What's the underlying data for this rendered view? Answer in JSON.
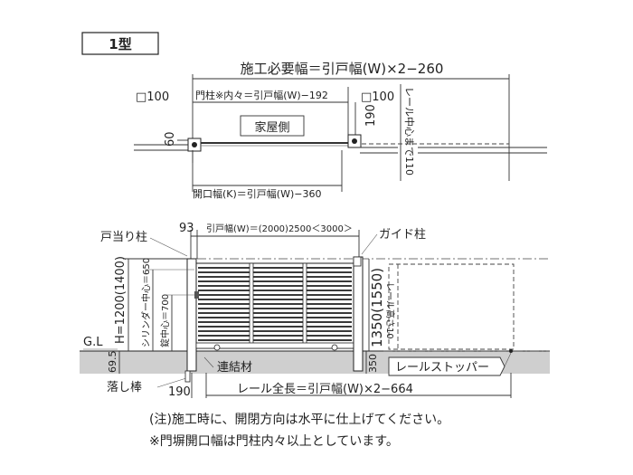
{
  "type_label": "1型",
  "top_view": {
    "required_width": "施工必要幅＝引戸幅(W)×2−260",
    "post_left": "□100",
    "post_inner": "門柱※内々＝引戸幅(W)−192",
    "post_right": "□100",
    "house_side": "家屋側",
    "dim_60": "60",
    "dim_190": "190",
    "rail_center": "レール中心まで110",
    "opening_width": "開口幅(K)＝引戸幅(W)−360"
  },
  "front_view": {
    "door_stop_post": "戸当り柱",
    "dim_93": "93",
    "gate_width": "引戸幅(W)＝(2000)2500＜3000＞",
    "guide_post": "ガイド柱",
    "height": "H=1200(1400)",
    "cylinder_center": "シリンダー中心＝650",
    "lock_center": "錠中心＝700",
    "gl": "G.L",
    "dim_1350": "1350(1550)",
    "rail_height": "レール高さ10",
    "dim_695": "69.5",
    "dim_350": "350",
    "connector": "連結材",
    "rail_stopper": "レールストッパー",
    "drop_rod": "落し棒",
    "dim_190b": "190",
    "rail_length": "レール全長＝引戸幅(W)×2−664"
  },
  "notes": [
    "(注)施工時に、開閉方向は水平に仕上げてください。",
    "※門塀開口幅は門柱内々以上としています。"
  ]
}
